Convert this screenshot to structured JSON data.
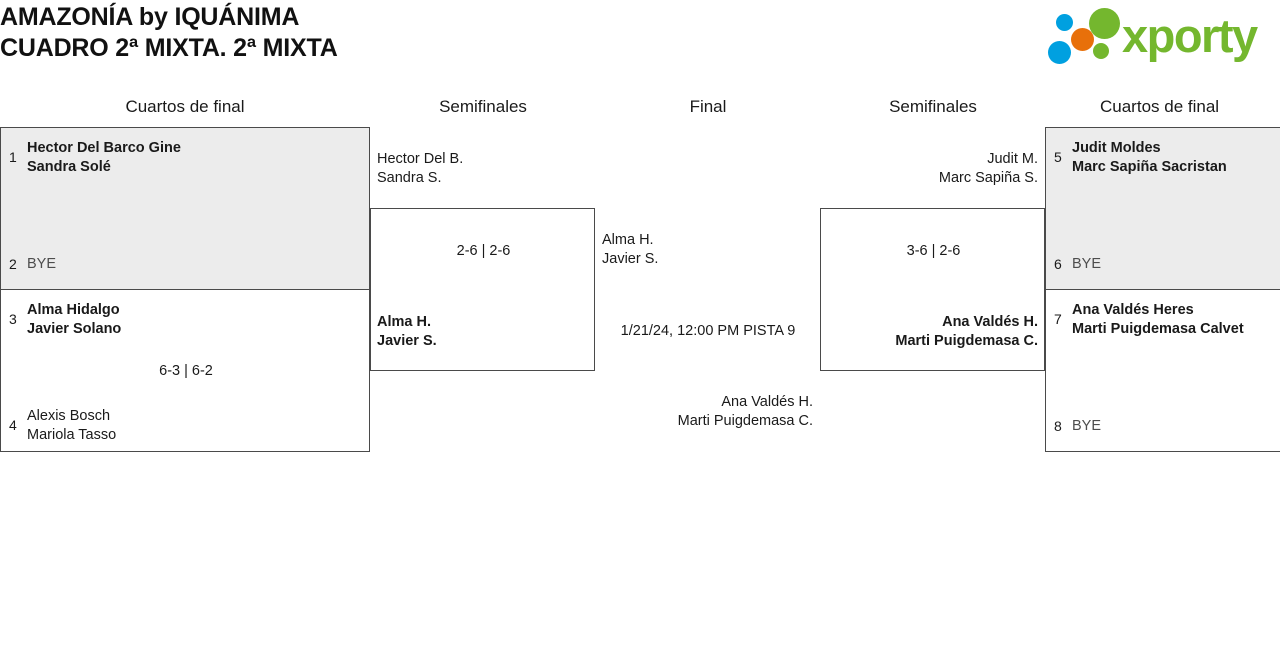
{
  "header": {
    "title_line1": "AMAZONÍA by IQUÁNIMA",
    "title_line2": "CUADRO 2ª MIXTA. 2ª MIXTA",
    "logo_text": "xporty",
    "logo_colors": {
      "green": "#74b72e",
      "blue": "#00a0e0",
      "orange": "#e8700a"
    }
  },
  "rounds": [
    {
      "label": "Cuartos de final"
    },
    {
      "label": "Semifinales"
    },
    {
      "label": "Final"
    },
    {
      "label": "Semifinales"
    },
    {
      "label": "Cuartos de final"
    }
  ],
  "bracket": {
    "left_quarterfinals": [
      {
        "top": {
          "seed": "1",
          "player1": "Hector Del Barco Gine",
          "player2": "Sandra Solé",
          "winner": true,
          "bye": false
        },
        "bottom": {
          "seed": "2",
          "player1": "BYE",
          "player2": "",
          "winner": false,
          "bye": true
        },
        "score": ""
      },
      {
        "top": {
          "seed": "3",
          "player1": "Alma Hidalgo",
          "player2": "Javier Solano",
          "winner": true,
          "bye": false
        },
        "bottom": {
          "seed": "4",
          "player1": "Alexis Bosch",
          "player2": "Mariola Tasso",
          "winner": false,
          "bye": false
        },
        "score": "6-3 | 6-2"
      }
    ],
    "left_semifinal": {
      "top": {
        "player1": "Hector Del B.",
        "player2": "Sandra S.",
        "winner": false
      },
      "bottom": {
        "player1": "Alma H.",
        "player2": "Javier S.",
        "winner": true
      },
      "score": "2-6 | 2-6"
    },
    "final": {
      "top": {
        "player1": "Alma H.",
        "player2": "Javier S.",
        "winner": false
      },
      "bottom": {
        "player1": "Ana Valdés H.",
        "player2": "Marti Puigdemasa C.",
        "winner": false
      },
      "schedule": "1/21/24, 12:00 PM PISTA 9"
    },
    "right_semifinal": {
      "top": {
        "player1": "Judit M.",
        "player2": "Marc Sapiña S.",
        "winner": false
      },
      "bottom": {
        "player1": "Ana Valdés H.",
        "player2": "Marti Puigdemasa C.",
        "winner": true
      },
      "score": "3-6 | 2-6"
    },
    "right_quarterfinals": [
      {
        "top": {
          "seed": "5",
          "player1": "Judit Moldes",
          "player2": "Marc Sapiña Sacristan",
          "winner": true,
          "bye": false
        },
        "bottom": {
          "seed": "6",
          "player1": "BYE",
          "player2": "",
          "winner": false,
          "bye": true
        },
        "score": ""
      },
      {
        "top": {
          "seed": "7",
          "player1": "Ana Valdés Heres",
          "player2": "Marti Puigdemasa Calvet",
          "winner": true,
          "bye": false
        },
        "bottom": {
          "seed": "8",
          "player1": "BYE",
          "player2": "",
          "winner": false,
          "bye": true
        },
        "score": ""
      }
    ]
  }
}
